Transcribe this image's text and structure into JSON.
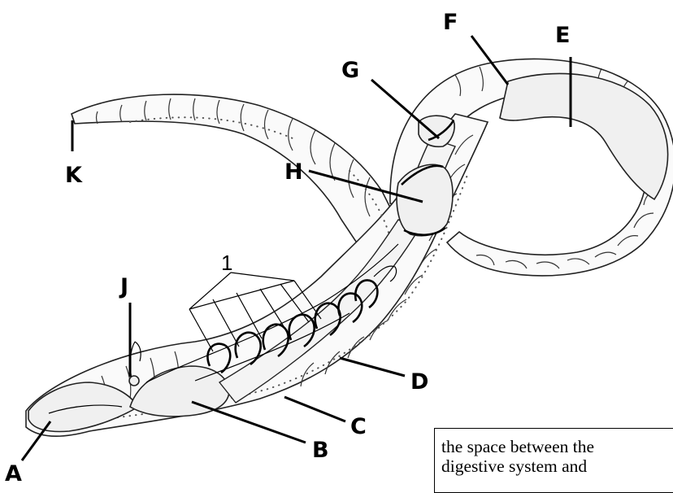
{
  "labels": {
    "a": "A",
    "b": "B",
    "c": "C",
    "d": "D",
    "e": "E",
    "f": "F",
    "g": "G",
    "h": "H",
    "j": "J",
    "k": "K",
    "one": "1"
  },
  "note": {
    "line1": "the space between the",
    "line2": "digestive system and"
  }
}
